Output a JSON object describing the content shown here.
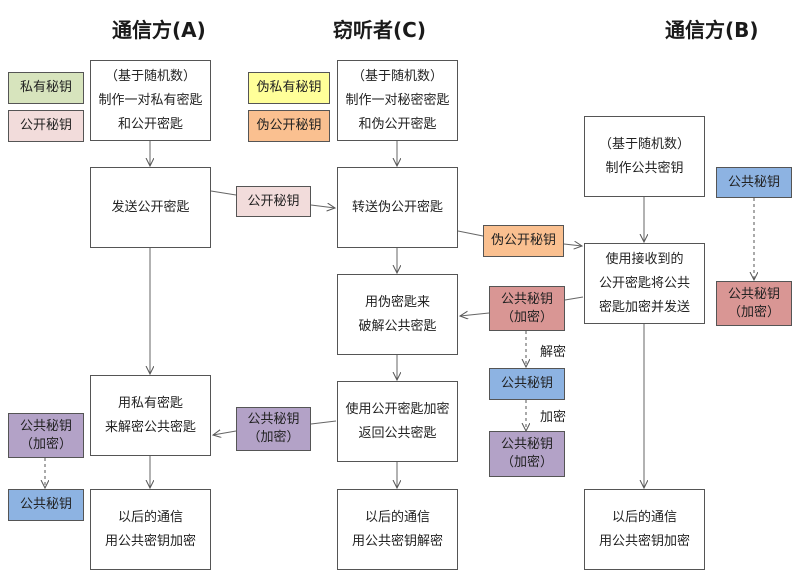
{
  "titles": {
    "party_a": "通信方(A)",
    "eavesdropper": "窃听者(C)",
    "party_b": "通信方(B)"
  },
  "legend_a": {
    "private_key": "私有秘钥",
    "public_key": "公开秘钥"
  },
  "legend_c": {
    "fake_private_key": "伪私有秘钥",
    "fake_public_key": "伪公开秘钥"
  },
  "column_a": {
    "generate": [
      "（基于随机数）",
      "制作一对私有密匙",
      "和公开密匙"
    ],
    "send_public": [
      "发送公开密匙"
    ],
    "decrypt_common": [
      "用私有密匙",
      "来解密公共密匙"
    ],
    "later_comm": [
      "以后的通信",
      "用公共密钥加密"
    ]
  },
  "column_c": {
    "generate": [
      "（基于随机数）",
      "制作一对秘密密匙",
      "和伪公开密匙"
    ],
    "forward_fake": [
      "转送伪公开密匙"
    ],
    "crack_common": [
      "用伪密匙来",
      "破解公共密匙"
    ],
    "reencrypt": [
      "使用公开密匙加密",
      "返回公共密匙"
    ],
    "later_comm": [
      "以后的通信",
      "用公共密钥解密"
    ]
  },
  "column_b": {
    "generate": [
      "（基于随机数）",
      "制作公共密钥"
    ],
    "encrypt_send": [
      "使用接收到的",
      "公开密匙将公共",
      "密匙加密并发送"
    ],
    "later_comm": [
      "以后的通信",
      "用公共密钥加密"
    ]
  },
  "messages": {
    "a_to_c_public": "公开秘钥",
    "c_to_b_fake_public": "伪公开秘钥",
    "b_to_c_encrypted": [
      "公共秘钥",
      "（加密）"
    ],
    "c_decrypted_key": "公共秘钥",
    "c_reencrypted": [
      "公共秘钥",
      "（加密）"
    ],
    "c_to_a_encrypted": [
      "公共秘钥",
      "（加密）"
    ],
    "a_encrypted": [
      "公共秘钥",
      "（加密）"
    ],
    "a_decrypted": "公共秘钥",
    "b_common_key": "公共秘钥",
    "b_encrypted": [
      "公共秘钥",
      "（加密）"
    ]
  },
  "edge_labels": {
    "decrypt": "解密",
    "encrypt": "加密"
  },
  "colors": {
    "private_key": "#d7e4bd",
    "public_key": "#f2dcdb",
    "fake_private_key": "#ffff99",
    "fake_public_key": "#fac090",
    "common_key": "#8db3e2",
    "common_key_encrypted_by_b": "#d99694",
    "common_key_encrypted_by_c": "#b3a2c7"
  }
}
